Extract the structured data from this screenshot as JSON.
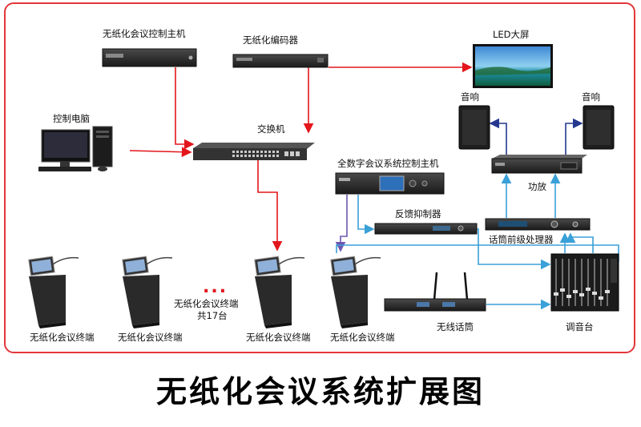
{
  "labels": {
    "host": "无纸化会议控制主机",
    "encoder": "无纸化编码器",
    "led": "LED大屏",
    "pc": "控制电脑",
    "switch": "交换机",
    "speaker_left": "音响",
    "speaker_right": "音响",
    "digital_host": "全数字会议系统控制主机",
    "amplifier": "功放",
    "feedback": "反馈抑制器",
    "preprocessor": "话筒前级处理器",
    "terminal_1": "无纸化会议终端",
    "terminal_2": "无纸化会议终端",
    "terminal_3": "无纸化会议终端",
    "terminal_4": "无纸化会议终端",
    "terminal_count_line1": "无纸化会议终端",
    "terminal_count_line2": "共17台",
    "ellipsis": "...",
    "wireless_mic": "无线话筒",
    "mixer": "调音台"
  },
  "title": "无纸化会议系统扩展图",
  "colors": {
    "frame": "#e3363a",
    "network_link": "#e3161b",
    "audio_link": "#3aa0d8",
    "control_link": "#6e56b0",
    "speaker_link": "#24388e"
  }
}
